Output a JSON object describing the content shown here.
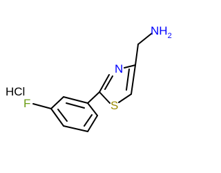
{
  "molecule": {
    "atoms": {
      "amine": {
        "text": "NH",
        "subscript": "2",
        "color": "#0000ff"
      },
      "thiazole_n": {
        "text": "N",
        "color": "#0000ff"
      },
      "thiazole_s": {
        "text": "S",
        "color": "#9a8a00"
      },
      "fluorine": {
        "text": "F",
        "color": "#6b9d15"
      }
    },
    "salt": {
      "text": "HCl",
      "color": "#000000"
    }
  }
}
